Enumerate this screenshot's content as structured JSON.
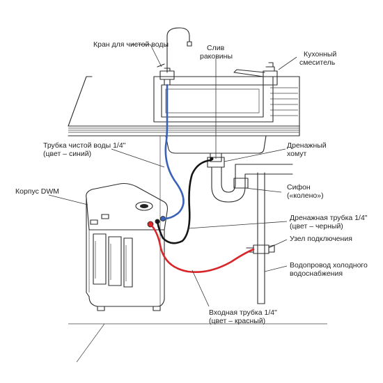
{
  "labels": {
    "faucet": "Кран для чистой воды",
    "drain_l1": "Слив",
    "drain_l2": "раковины",
    "mixer_l1": "Кухонный",
    "mixer_l2": "смеситель",
    "clean_tube_l1": "Трубка чистой воды 1/4\"",
    "clean_tube_l2": "(цвет – синий)",
    "clamp_l1": "Дренажный",
    "clamp_l2": "хомут",
    "housing": "Корпус DWM",
    "siphon_l1": "Сифон",
    "siphon_l2": "(«колено»)",
    "drain_tube_l1": "Дренажная трубка 1/4\"",
    "drain_tube_l2": "(цвет – черный)",
    "connector": "Узел подключения",
    "supply_l1": "Водопровод холодного",
    "supply_l2": "водоснабжения",
    "inlet_tube_l1": "Входная трубка 1/4\"",
    "inlet_tube_l2": "(цвет – красный)"
  },
  "colors": {
    "clean_tube": "#3a62b8",
    "drain_tube": "#151515",
    "inlet_tube": "#d8262b",
    "outline": "#2b2b2b"
  },
  "icons": [
    "faucet-icon",
    "mixer-icon",
    "sink-icon",
    "siphon-icon",
    "drain-clamp-icon",
    "water-pipe-icon",
    "shutoff-valve-icon",
    "dwm-unit-icon"
  ]
}
